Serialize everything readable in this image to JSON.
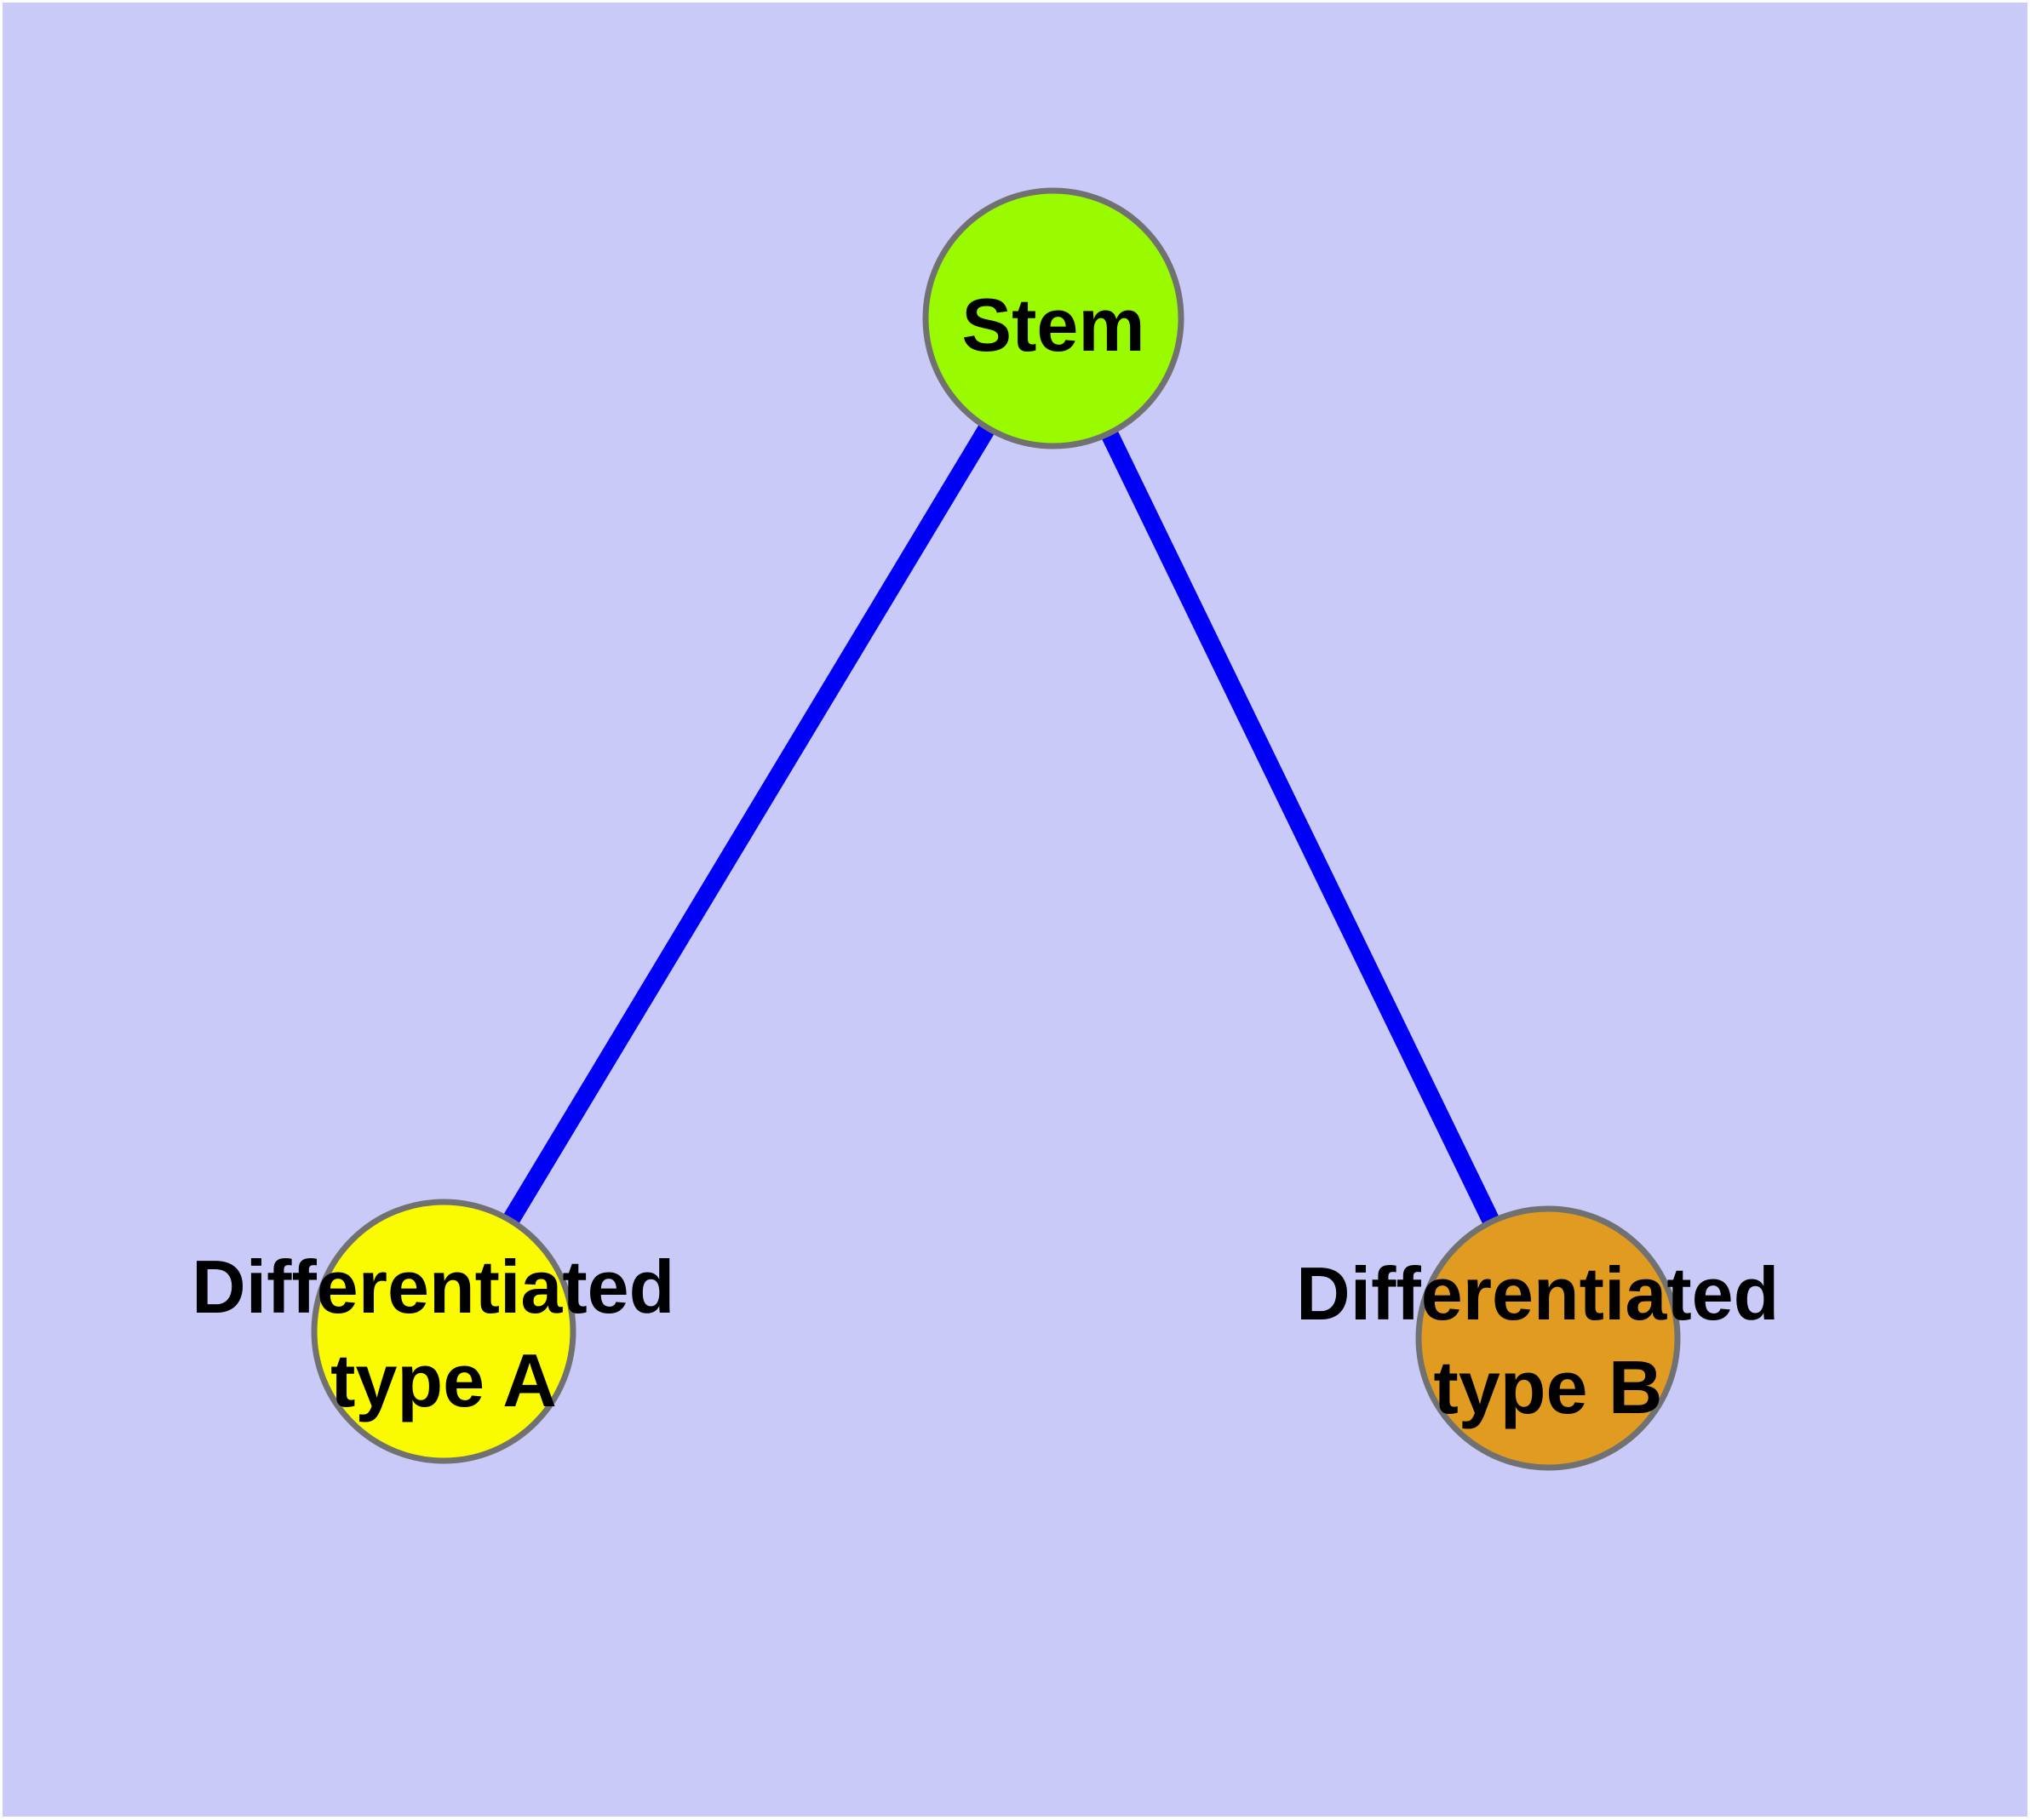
{
  "diagram": {
    "type": "node-link-graph",
    "background": "#CACAF8",
    "colors": {
      "frame": "#FFFFFF",
      "node_border": "#717171",
      "edge": "#0000F5",
      "label_text": "#000000"
    },
    "nodes": [
      {
        "id": "stem",
        "label_lines": [
          "Stem"
        ],
        "fill": "#9AFA00"
      },
      {
        "id": "differentiated-type-a",
        "label_lines": [
          "Differentiated",
          "type A"
        ],
        "fill": "#FBFB00"
      },
      {
        "id": "differentiated-type-b",
        "label_lines": [
          "Differentiated",
          "type B"
        ],
        "fill": "#E09B20"
      }
    ],
    "edges": [
      {
        "from": "stem",
        "to": "differentiated-type-a"
      },
      {
        "from": "stem",
        "to": "differentiated-type-b"
      }
    ]
  }
}
